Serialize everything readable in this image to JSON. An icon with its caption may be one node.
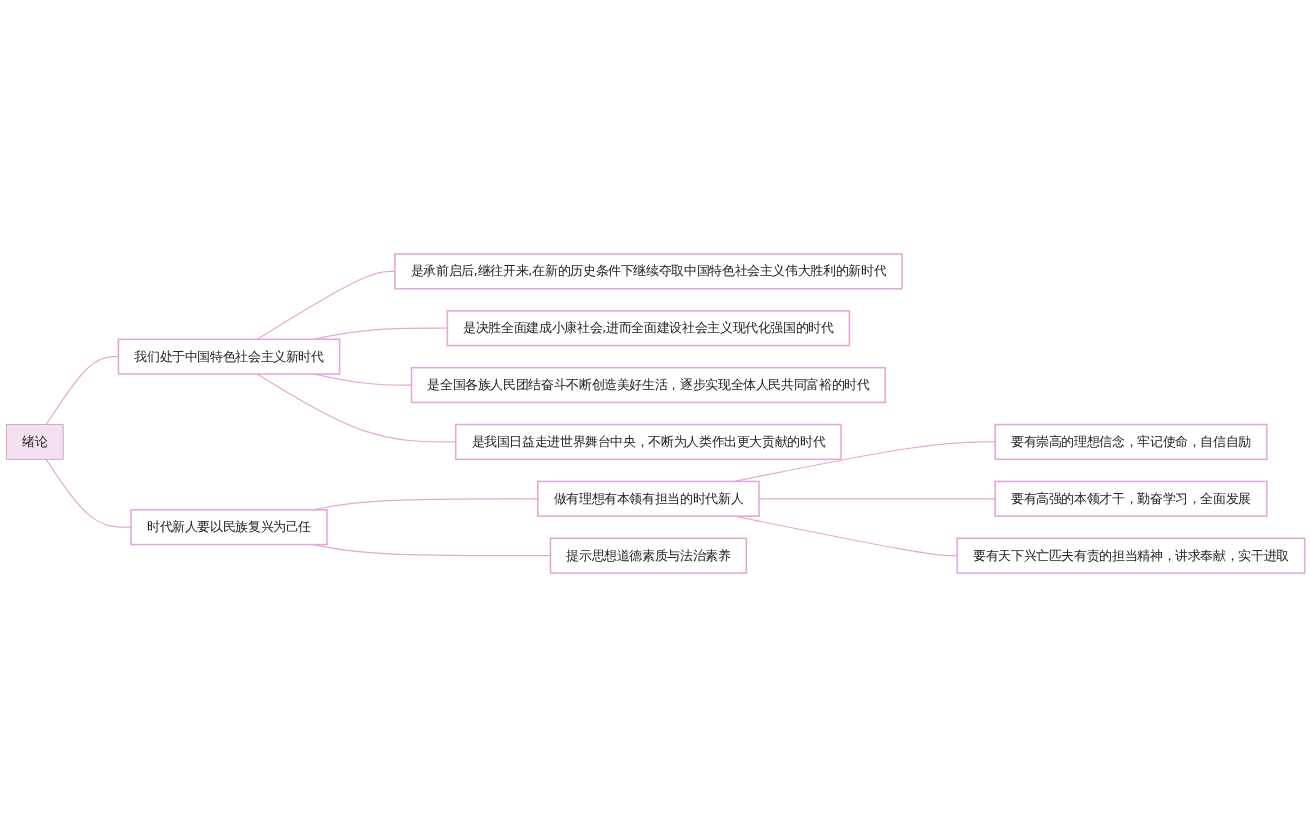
{
  "diagram": {
    "nodes": [
      {
        "text": [
          "绪论"
        ]
      },
      {
        "text": [
          "我们处于中国特色社会主义新时代"
        ]
      },
      {
        "text": [
          "是承前启后,继往开来,在新的历史条件下继续夺取中国特色社会主义伟大胜利的新时代"
        ]
      },
      {
        "text": [
          "是决胜全面建成小康社会,进而全面建设社会主义现代化强国的时代"
        ]
      },
      {
        "text": [
          "是全国各族人民团结奋斗不断创造美好生活，逐步实现全体人民共同富裕的时代"
        ]
      },
      {
        "text": [
          "是我国日益走进世界舞台中央，不断为人类作出更大贡献的时代"
        ]
      },
      {
        "text": [
          "时代新人要以民族复兴为己任"
        ]
      },
      {
        "text": [
          "做有理想有本领有担当的时代新人"
        ]
      },
      {
        "text": [
          "要有崇高的理想信念，牢记使命，自信自励"
        ]
      },
      {
        "text": [
          "要有高强的本领才干，勤奋学习，全面发展"
        ]
      },
      {
        "text": [
          "要有天下兴亡匹夫有责的担当精神，讲求奉献，实干进取"
        ]
      },
      {
        "text": [
          "提示思想道德素质与法治素养"
        ]
      }
    ],
    "edges": [
      {
        "from": 0,
        "to": 1,
        "arrow": "none"
      },
      {
        "from": 1,
        "to": 2,
        "arrow": "none"
      },
      {
        "from": 1,
        "to": 3,
        "arrow": "none"
      },
      {
        "from": 1,
        "to": 4,
        "arrow": "none"
      },
      {
        "from": 1,
        "to": 5,
        "arrow": "none"
      },
      {
        "from": 0,
        "to": 6,
        "arrow": "none"
      },
      {
        "from": 6,
        "to": 7,
        "arrow": "none"
      },
      {
        "from": 7,
        "to": 8,
        "arrow": "none"
      },
      {
        "from": 7,
        "to": 9,
        "arrow": "none"
      },
      {
        "from": 7,
        "to": 10,
        "arrow": "none"
      },
      {
        "from": 6,
        "to": 11,
        "arrow": "none"
      }
    ]
  }
}
